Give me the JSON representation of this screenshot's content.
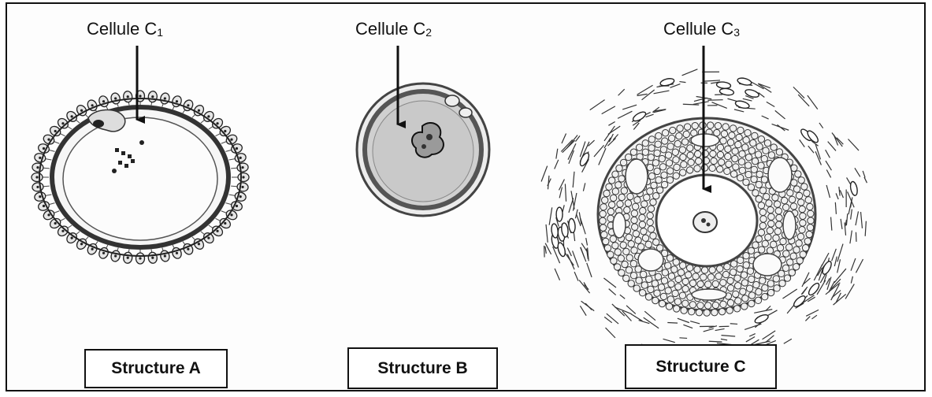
{
  "labels": {
    "c1": {
      "text": "Cellule C",
      "sub": "1"
    },
    "c2": {
      "text": "Cellule C",
      "sub": "2"
    },
    "c3": {
      "text": "Cellule C",
      "sub": "3"
    }
  },
  "structures": {
    "a": "Structure A",
    "b": "Structure B",
    "c": "Structure C"
  },
  "colors": {
    "ink": "#111111",
    "cytoplasm_b": "#c8c8c8",
    "ring_b": "#555555"
  }
}
